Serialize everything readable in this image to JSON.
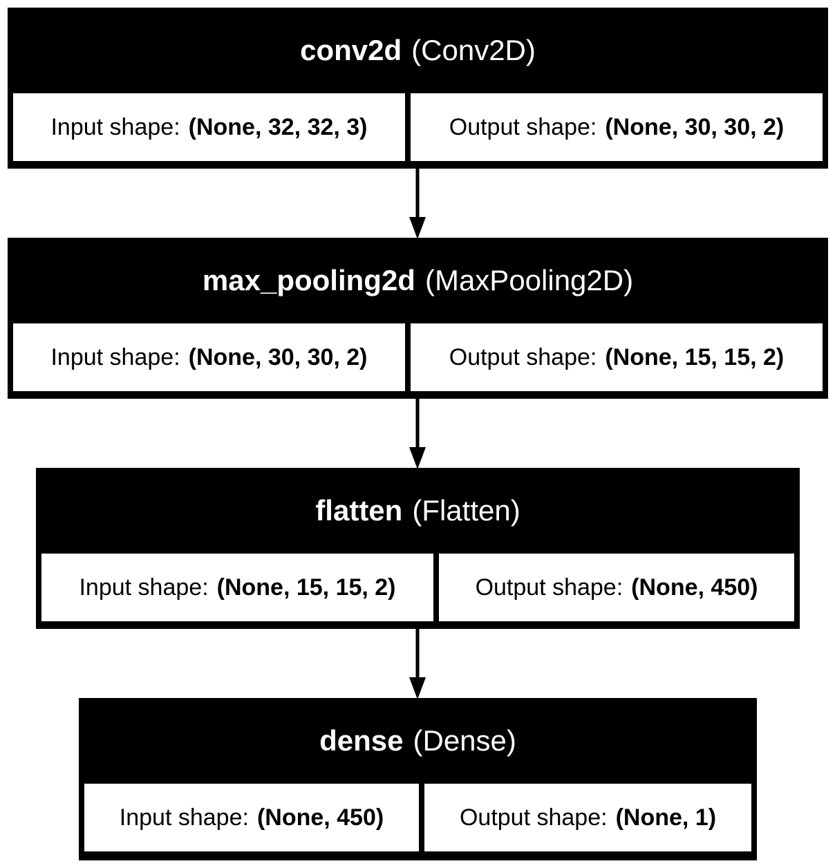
{
  "layers": [
    {
      "name": "conv2d",
      "type": "(Conv2D)",
      "input_label": "Input shape:",
      "input_shape": "(None, 32, 32, 3)",
      "output_label": "Output shape:",
      "output_shape": "(None, 30, 30, 2)"
    },
    {
      "name": "max_pooling2d",
      "type": "(MaxPooling2D)",
      "input_label": "Input shape:",
      "input_shape": "(None, 30, 30, 2)",
      "output_label": "Output shape:",
      "output_shape": "(None, 15, 15, 2)"
    },
    {
      "name": "flatten",
      "type": "(Flatten)",
      "input_label": "Input shape:",
      "input_shape": "(None, 15, 15, 2)",
      "output_label": "Output shape:",
      "output_shape": "(None, 450)"
    },
    {
      "name": "dense",
      "type": "(Dense)",
      "input_label": "Input shape:",
      "input_shape": "(None, 450)",
      "output_label": "Output shape:",
      "output_shape": "(None, 1)"
    }
  ],
  "edges": [
    {
      "from": "conv2d",
      "to": "max_pooling2d"
    },
    {
      "from": "max_pooling2d",
      "to": "flatten"
    },
    {
      "from": "flatten",
      "to": "dense"
    }
  ],
  "colors": {
    "header_background": "#000000",
    "header_text": "#ffffff",
    "cell_background": "#ffffff",
    "text": "#000000"
  }
}
